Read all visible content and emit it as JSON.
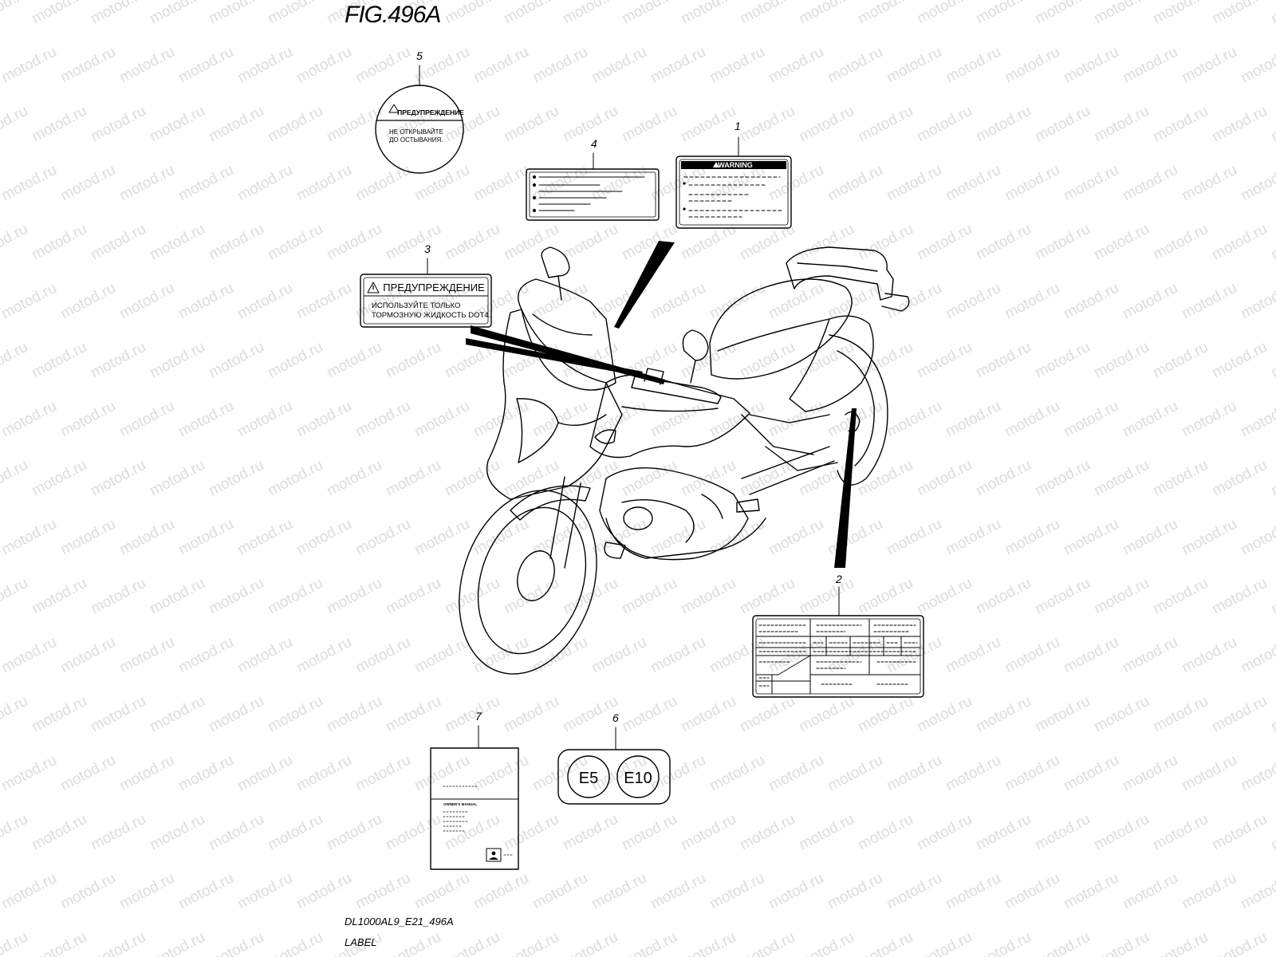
{
  "figure": {
    "title": "FIG.496A",
    "code": "DL1000AL9_E21_496A",
    "caption": "LABEL",
    "watermark": "motod.ru"
  },
  "callouts": {
    "c1": "1",
    "c2": "2",
    "c3": "3",
    "c4": "4",
    "c5": "5",
    "c6": "6",
    "c7": "7"
  },
  "label1": {
    "heading": "WARNING"
  },
  "label3": {
    "heading": "ПРЕДУПРЕЖДЕНИЕ",
    "line1": "ИСПОЛЬЗУЙТЕ ТОЛЬКО",
    "line2": "ТОРМОЗНУЮ ЖИДКОСТЬ DOT4."
  },
  "label5": {
    "heading": "ПРЕДУПРЕЖДЕНИЕ",
    "line1": "НЕ ОТКРЫВАЙТЕ",
    "line2": "ДО ОСТЫВАНИЯ."
  },
  "label6": {
    "left": "E5",
    "right": "E10"
  },
  "label7": {
    "manual": "OWNER'S MANUAL"
  },
  "colors": {
    "ink": "#000000",
    "watermark": "#dcdcdc"
  }
}
